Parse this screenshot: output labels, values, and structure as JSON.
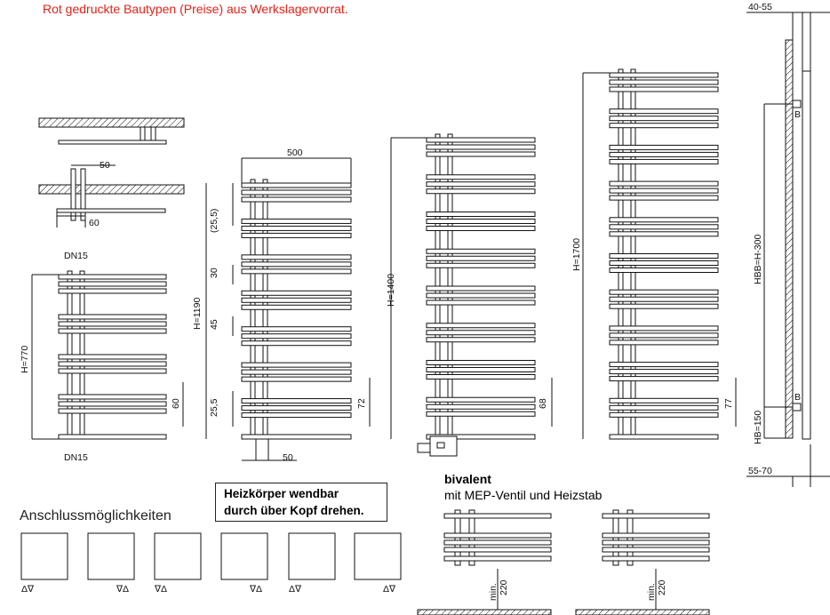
{
  "note": "Rot gedruckte Bautypen (Preise) aus Werkslagervorrat.",
  "connections_title": "Anschlussmöglichkeiten",
  "rotate_note": {
    "line1": "Heizkörper wendbar",
    "line2": "durch über Kopf drehen."
  },
  "bivalent": {
    "title": "bivalent",
    "subtitle": "mit MEP-Ventil und Heizstab",
    "min_label": "min.",
    "min_value": "220"
  },
  "dims": {
    "dn15": "DN15",
    "h770": "H=770",
    "h1190": "H=1190",
    "h1400": "H=1400",
    "h1700": "H=1700",
    "w50": "50",
    "w60": "60",
    "w500": "500",
    "v60": "60",
    "v72": "72",
    "v68": "68",
    "v77": "77",
    "d25_5a": "(25,5)",
    "d30": "30",
    "d45": "45",
    "d25_5b": "25,5",
    "side_top": "40-55",
    "side_bottom": "55-70",
    "hbb": "HBB=H-300",
    "hb": "HB=150",
    "b": "B"
  },
  "connection_options": [
    {
      "symbols": "Δ∇",
      "align": "left"
    },
    {
      "symbols": "∇Δ",
      "align": "right"
    },
    {
      "symbols": "∇Δ",
      "align": "left"
    },
    {
      "symbols": "∇Δ",
      "align": "right"
    },
    {
      "symbols": "Δ∇",
      "align": "left-vertical"
    },
    {
      "symbols": "Δ∇",
      "align": "right-vertical"
    }
  ]
}
